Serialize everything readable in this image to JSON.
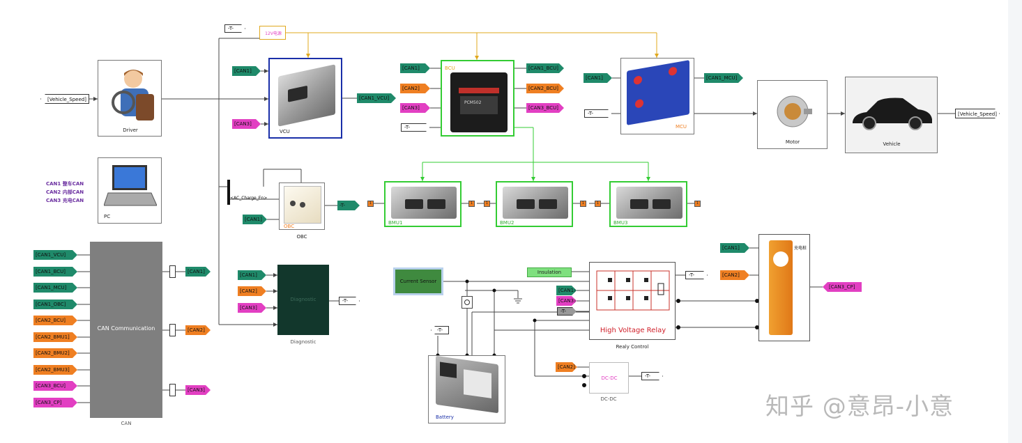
{
  "signals": {
    "vehicle_speed_in": "[Vehicle_Speed]",
    "vehicle_speed_out": "[Vehicle_Speed]",
    "goto_t": "-T-",
    "can1": "[CAN1]",
    "can2": "[CAN2]",
    "can3": "[CAN3]",
    "can1_vcu": "[CAN1_VCU]",
    "can1_bcu": "[CAN1_BCU]",
    "can2_bcu": "[CAN2_BCU]",
    "can3_bcu": "[CAN3_BCU]",
    "can1_mcu": "[CAN1_MCU]",
    "can3_cp": "[CAN3_CP]",
    "ac_charge_en": "<AC_Charge_En>",
    "insulation": "Insulation"
  },
  "blocks": {
    "driver": "Driver",
    "vcu": "VCU",
    "bcu": "BCU",
    "bcu_part": "PCM502",
    "mcu": "MCU",
    "motor": "Motor",
    "vehicle": "Vehicle",
    "pc": "PC",
    "obc": "OBC",
    "obc_inner": "OBC",
    "bmu1": "BMU1",
    "bmu2": "BMU2",
    "bmu3": "BMU3",
    "can_comm": "CAN Communication",
    "can_caption": "CAN",
    "diagnostic_inner": "Diagnostic",
    "diagnostic_caption": "Diagnostic",
    "current_sensor": "Current Sensor",
    "relay_title": "High Voltage Relay",
    "relay_caption": "Realy Control",
    "charger_label": "充电桩",
    "battery": "Battery",
    "dcdc_inner": "DC-DC",
    "dcdc_caption": "DC-DC",
    "v12": "12V电源",
    "term_label": "1"
  },
  "legend": [
    "CAN1 整车CAN",
    "CAN2 内部CAN",
    "CAN3 充电CAN"
  ],
  "can_inputs": [
    {
      "label": "[CAN1_VCU]",
      "color": "teal"
    },
    {
      "label": "[CAN1_BCU]",
      "color": "teal"
    },
    {
      "label": "[CAN1_MCU]",
      "color": "teal"
    },
    {
      "label": "[CAN1_OBC]",
      "color": "teal"
    },
    {
      "label": "[CAN2_BCU]",
      "color": "orange"
    },
    {
      "label": "[CAN2_BMU1]",
      "color": "orange"
    },
    {
      "label": "[CAN2_BMU2]",
      "color": "orange"
    },
    {
      "label": "[CAN2_BMU3]",
      "color": "orange"
    },
    {
      "label": "[CAN3_BCU]",
      "color": "magenta"
    },
    {
      "label": "[CAN3_CP]",
      "color": "magenta"
    }
  ],
  "watermark": "知乎 @意昂-小意",
  "colors": {
    "can1": "#1f8a6a",
    "can2": "#ef7f22",
    "can3": "#e23fc2",
    "vcu_border": "#1a2fa8",
    "green_border": "#33cc33",
    "yellow_wire": "#e0a81e",
    "gray_block": "#7f7f7f",
    "diagnostic_fill": "#12372c"
  }
}
